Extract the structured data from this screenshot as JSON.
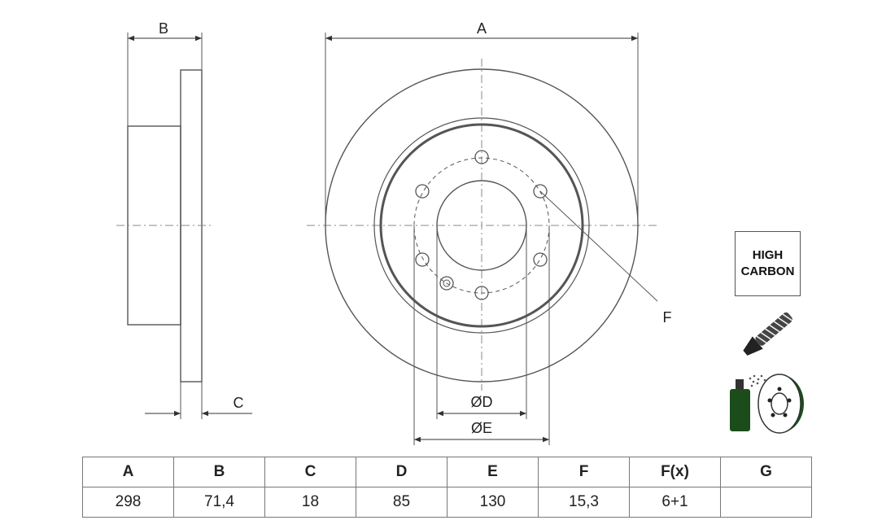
{
  "dimension_labels": {
    "a": "A",
    "b": "B",
    "c": "C",
    "d": "ØD",
    "e": "ØE",
    "f": "F"
  },
  "badge": {
    "line1": "HIGH",
    "line2": "CARBON"
  },
  "icons": {
    "screw": "screw-icon",
    "coating": "spray-coating-icon"
  },
  "spec_table": {
    "headers": [
      "A",
      "B",
      "C",
      "D",
      "E",
      "F",
      "F(x)",
      "G"
    ],
    "values": [
      "298",
      "71,4",
      "18",
      "85",
      "130",
      "15,3",
      "6+1",
      ""
    ]
  }
}
